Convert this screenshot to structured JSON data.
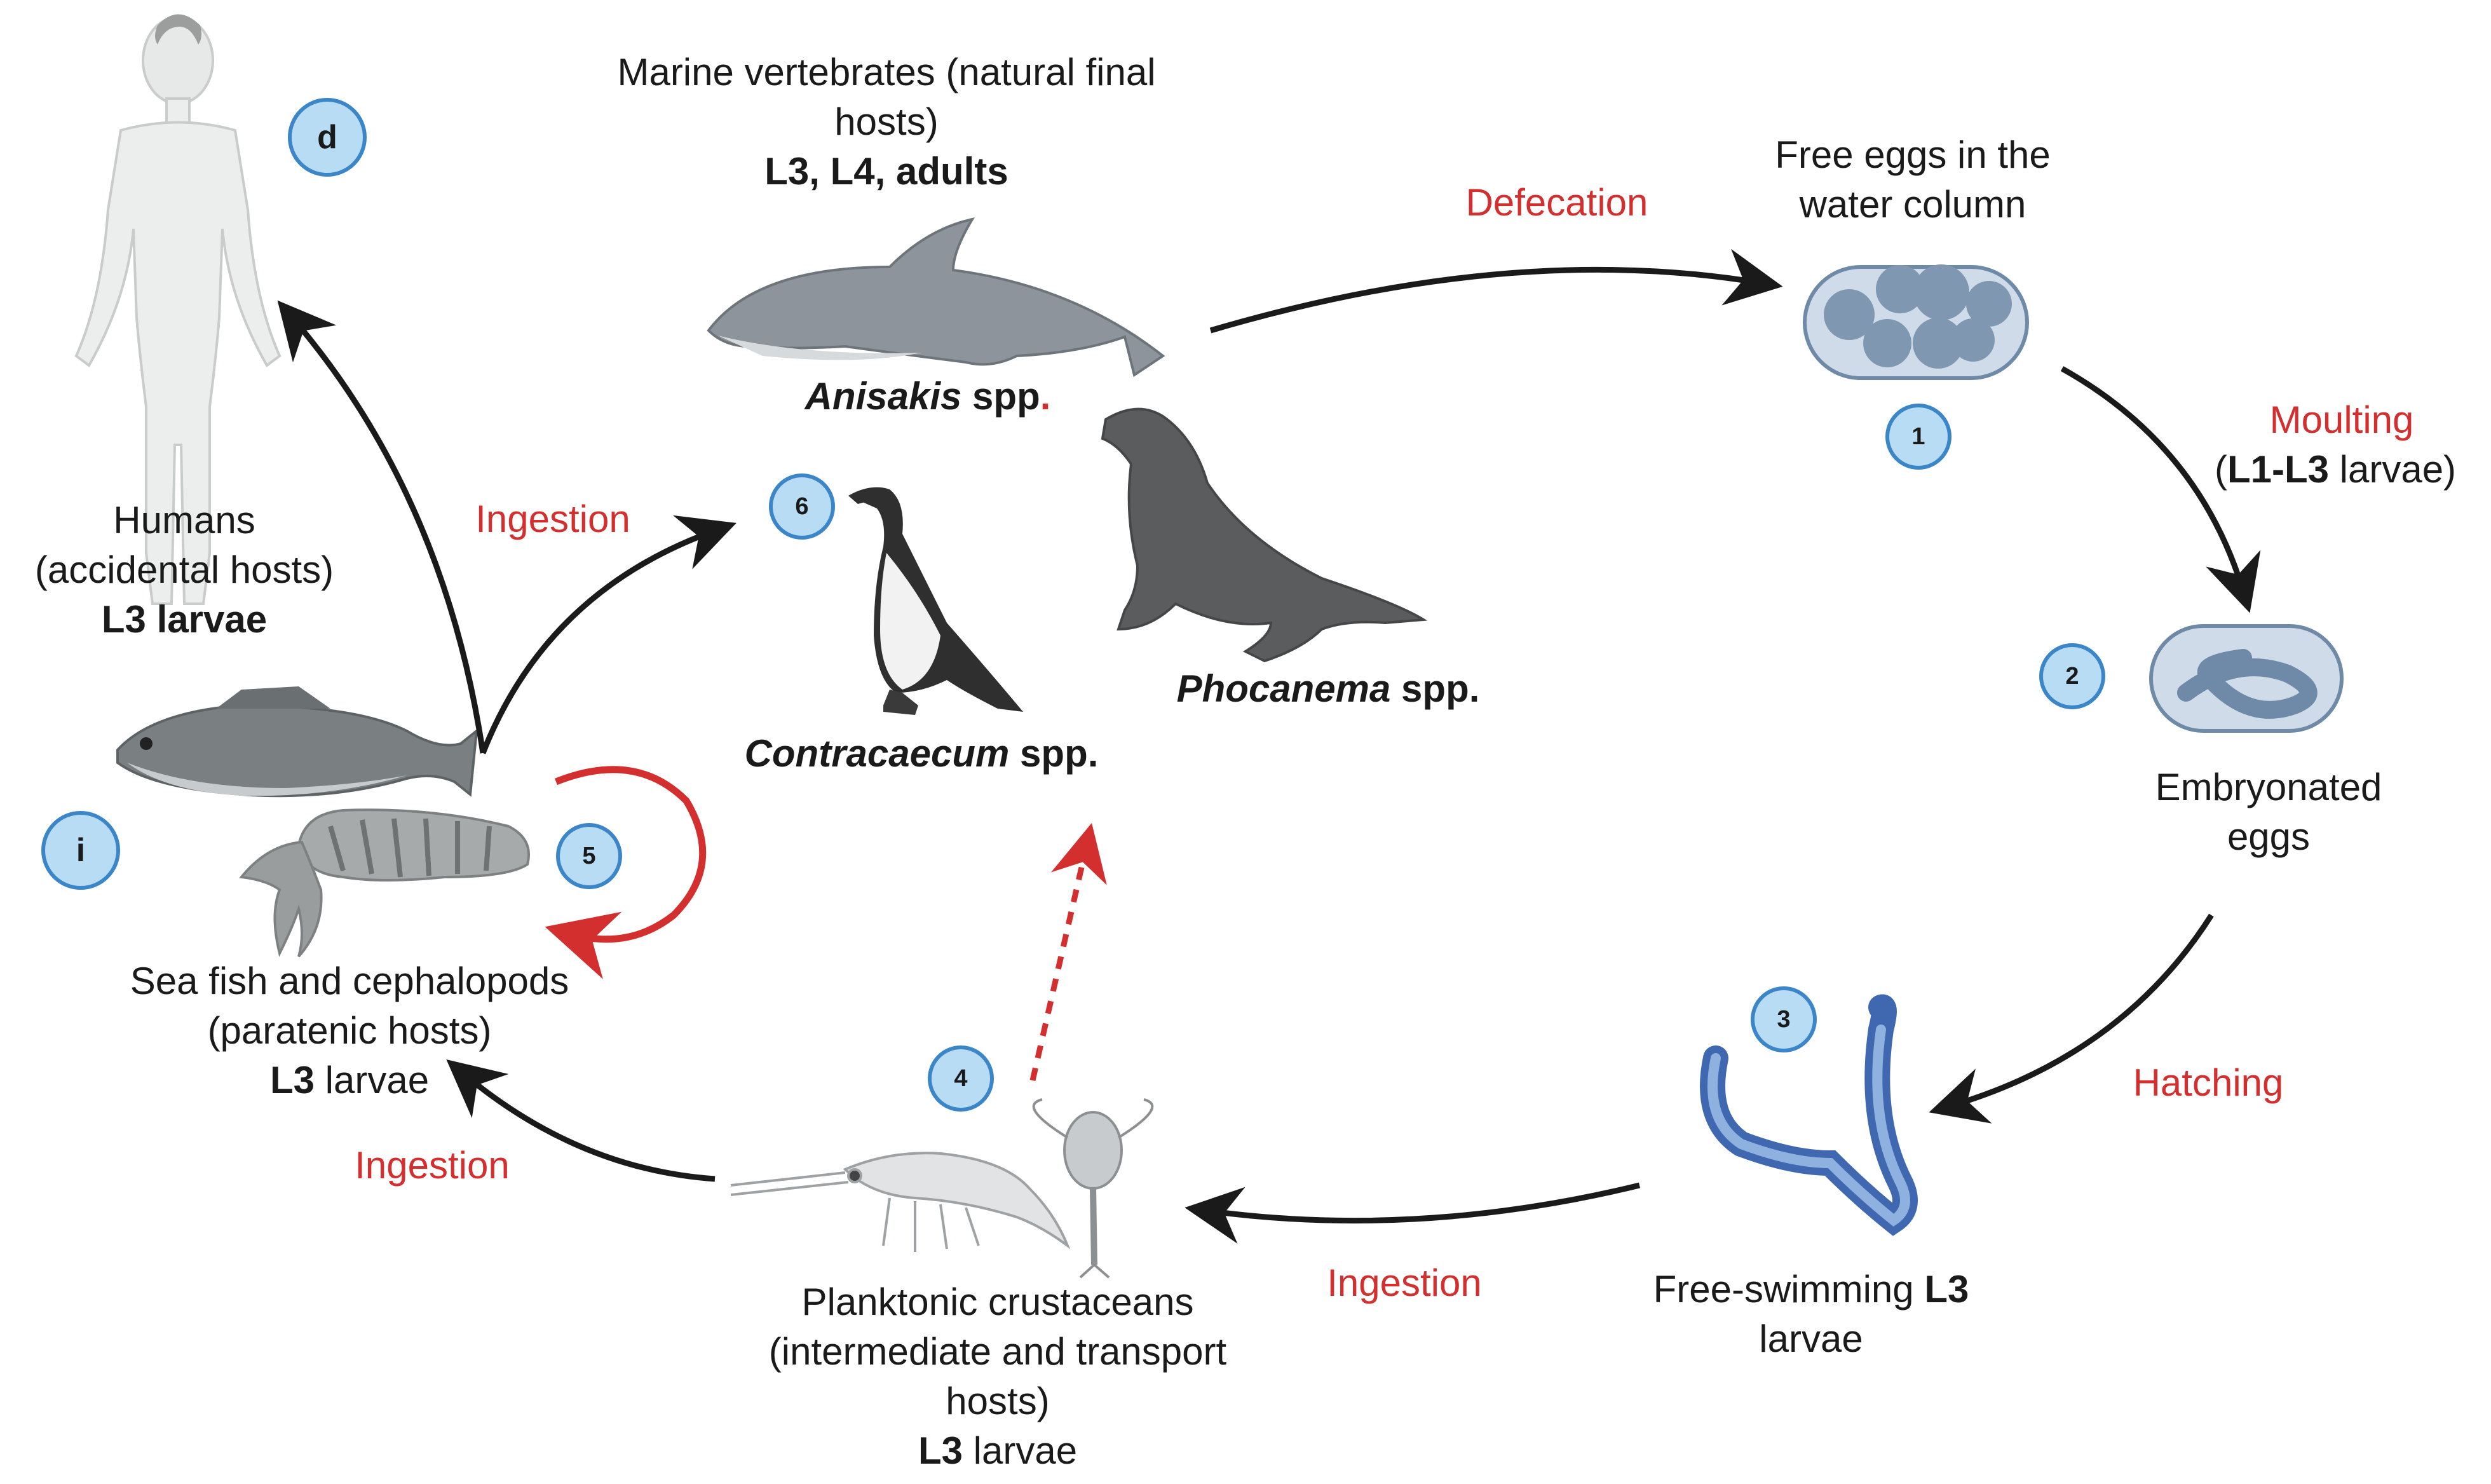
{
  "colors": {
    "arrow": "#1a1a1a",
    "accent_red": "#d32f2f",
    "step_fill": "#b9dcf5",
    "step_border": "#3a86c8"
  },
  "hosts": {
    "marine_title": "Marine vertebrates (natural final",
    "marine_title2": "hosts)",
    "marine_stages": "L3, L4, adults",
    "anisakis_genus": "Anisakis",
    "anisakis_suffix": " spp",
    "anisakis_dot": ".",
    "phocanema_genus": "Phocanema",
    "phocanema_suffix": " spp.",
    "contracaecum_genus": "Contracaecum",
    "contracaecum_suffix": " spp.",
    "humans_line1": "Humans",
    "humans_line2": "(accidental hosts)",
    "humans_line3": "L3 larvae",
    "fish_line1": "Sea fish and cephalopods",
    "fish_line2": "(paratenic hosts)",
    "fish_l3": "L3",
    "fish_larvae": " larvae",
    "plank_line1": "Planktonic crustaceans",
    "plank_line2": "(intermediate and transport",
    "plank_line3": "hosts)",
    "plank_l3": "L3",
    "plank_larvae": " larvae"
  },
  "stages": {
    "eggs_line1": "Free eggs in the",
    "eggs_line2": "water column",
    "embryo_line1": "Embryonated",
    "embryo_line2": "eggs",
    "free_swim_prefix": "Free-swimming ",
    "free_swim_l3": "L3",
    "free_swim_line2": "larvae"
  },
  "processes": {
    "defecation": "Defecation",
    "moulting": "Moulting",
    "moulting_open": "(",
    "moulting_bold": "L1-L3",
    "moulting_rest": " larvae)",
    "hatching": "Hatching",
    "ingestion_plankton": "Ingestion",
    "ingestion_fish": "Ingestion",
    "ingestion_final": "Ingestion"
  },
  "badges": {
    "d": "d",
    "i": "i",
    "s1": "1",
    "s2": "2",
    "s3": "3",
    "s4": "4",
    "s5": "5",
    "s6": "6"
  }
}
